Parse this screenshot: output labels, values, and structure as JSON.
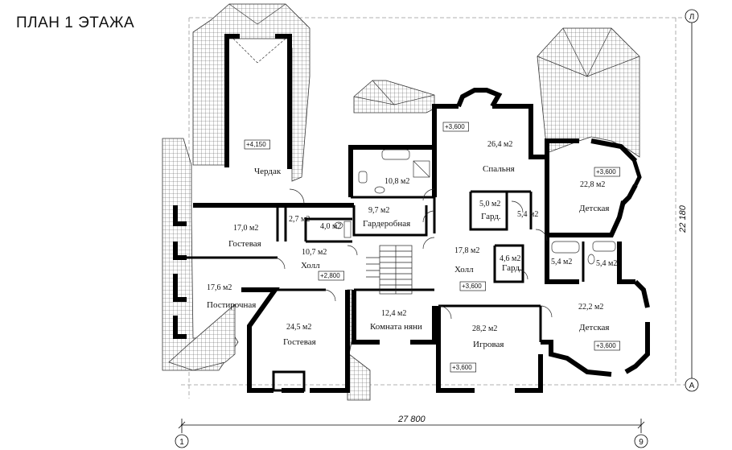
{
  "title": "ПЛАН 1 ЭТАЖА",
  "dimensions": {
    "width": "27 800",
    "height": "22 180"
  },
  "axes": {
    "left": "1",
    "right": "9",
    "top": "Л",
    "bottom": "А"
  },
  "rooms": [
    {
      "name": "Чердак",
      "area": "",
      "level": "+4,150"
    },
    {
      "name": "",
      "area": "10,8 м2",
      "level": ""
    },
    {
      "name": "Спальня",
      "area": "26,4 м2",
      "level": "+3,600"
    },
    {
      "name": "Детская",
      "area": "22,8 м2",
      "level": "+3,600"
    },
    {
      "name": "Гостевая",
      "area": "17,0 м2",
      "level": ""
    },
    {
      "name": "",
      "area": "2,7 м2",
      "level": ""
    },
    {
      "name": "",
      "area": "4,0 м2",
      "level": ""
    },
    {
      "name": "Гардеробная",
      "area": "9,7 м2",
      "level": ""
    },
    {
      "name": "Гард.",
      "area": "5,0 м2",
      "level": ""
    },
    {
      "name": "",
      "area": "5,4 м2",
      "level": ""
    },
    {
      "name": "Холл",
      "area": "10,7 м2",
      "level": "+2,800"
    },
    {
      "name": "Холл",
      "area": "17,8 м2",
      "level": "+3,600"
    },
    {
      "name": "Гард.",
      "area": "4,6 м2",
      "level": ""
    },
    {
      "name": "",
      "area": "5,4 м2",
      "level": ""
    },
    {
      "name": "",
      "area": "5,4 м2",
      "level": ""
    },
    {
      "name": "Постирочная",
      "area": "17,6 м2",
      "level": ""
    },
    {
      "name": "Гостевая",
      "area": "24,5 м2",
      "level": ""
    },
    {
      "name": "Комната няни",
      "area": "12,4 м2",
      "level": ""
    },
    {
      "name": "Игровая",
      "area": "28,2 м2",
      "level": "+3,600"
    },
    {
      "name": "Детская",
      "area": "22,2 м2",
      "level": "+3,600"
    }
  ]
}
